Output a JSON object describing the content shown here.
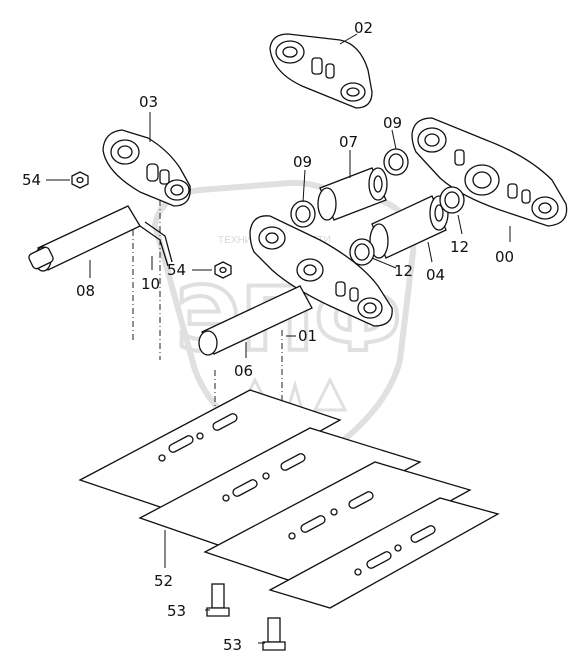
{
  "diagram": {
    "title": "",
    "callouts": [
      {
        "id": "c02",
        "text": "02"
      },
      {
        "id": "c03",
        "text": "03"
      },
      {
        "id": "c54a",
        "text": "54"
      },
      {
        "id": "c09a",
        "text": "09"
      },
      {
        "id": "c09b",
        "text": "09"
      },
      {
        "id": "c07",
        "text": "07"
      },
      {
        "id": "c08",
        "text": "08"
      },
      {
        "id": "c10",
        "text": "10"
      },
      {
        "id": "c54b",
        "text": "54"
      },
      {
        "id": "c12a",
        "text": "12"
      },
      {
        "id": "c12b",
        "text": "12"
      },
      {
        "id": "c04",
        "text": "04"
      },
      {
        "id": "c00",
        "text": "00"
      },
      {
        "id": "c01",
        "text": "01"
      },
      {
        "id": "c06",
        "text": "06"
      },
      {
        "id": "c52",
        "text": "52"
      },
      {
        "id": "c53a",
        "text": "53"
      },
      {
        "id": "c53b",
        "text": "53"
      }
    ]
  },
  "watermark": {
    "text": "ТЕХНИКА ◆ ЗАПЧАСТИ",
    "letters": "ЭПФ",
    "color": "#c8c8c8"
  }
}
